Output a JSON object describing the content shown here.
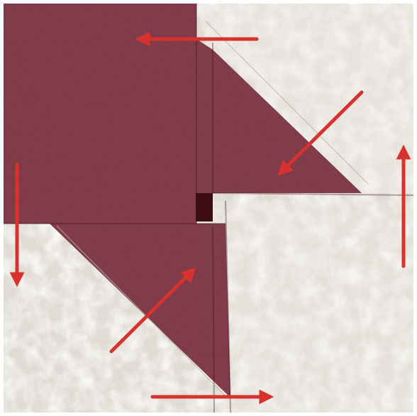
{
  "scene": {
    "subject": "quilt-block",
    "colors": {
      "maroon_fabric": "#7a3440",
      "maroon_dark": "#5e1f2a",
      "maroon_shadow": "#3e0d14",
      "cream_fabric": "#e4e0d8",
      "cream_light": "#efece6",
      "cream_print": "#f7f5f0",
      "arrow_red": "#d8322e",
      "frame_white": "#ffffff"
    },
    "arrows": [
      {
        "id": "top",
        "direction": "left"
      },
      {
        "id": "upper-right",
        "direction": "down-left"
      },
      {
        "id": "right",
        "direction": "up"
      },
      {
        "id": "bottom",
        "direction": "right"
      },
      {
        "id": "lower-center",
        "direction": "up-right"
      },
      {
        "id": "left",
        "direction": "down"
      }
    ]
  }
}
